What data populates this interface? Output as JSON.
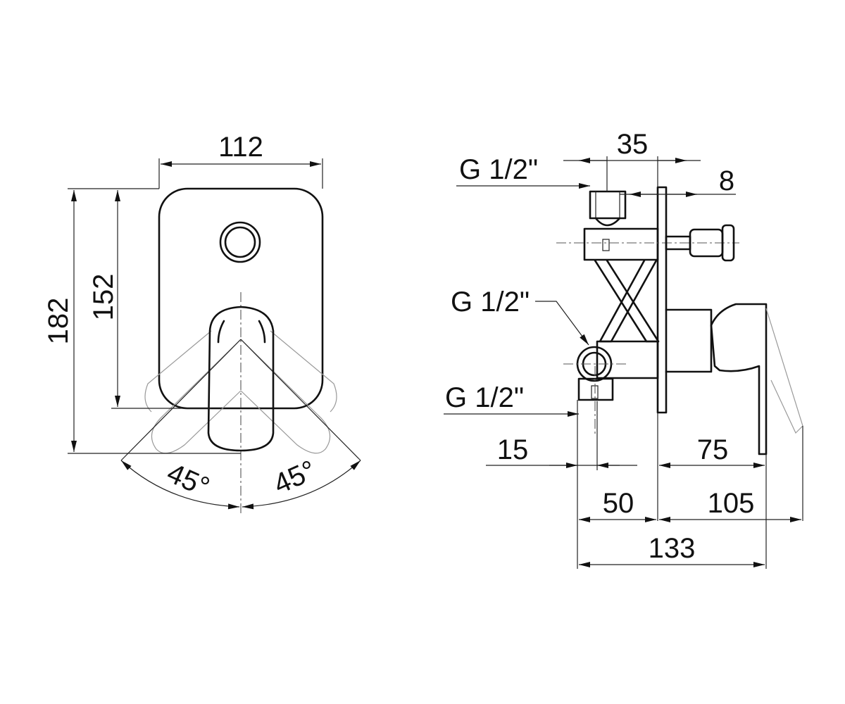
{
  "front_view": {
    "width_label": "112",
    "height_outer_label": "182",
    "height_inner_label": "152",
    "angle_left_label": "45°",
    "angle_right_label": "45°"
  },
  "side_view": {
    "thread_top_label": "G 1/2\"",
    "thread_mid_label": "G 1/2\"",
    "thread_bottom_label": "G 1/2\"",
    "dim_35_label": "35",
    "dim_8_label": "8",
    "dim_15_label": "15",
    "dim_75_label": "75",
    "dim_50_label": "50",
    "dim_105_label": "105",
    "dim_133_label": "133"
  },
  "colors": {
    "line": "#111111",
    "background": "#ffffff"
  }
}
